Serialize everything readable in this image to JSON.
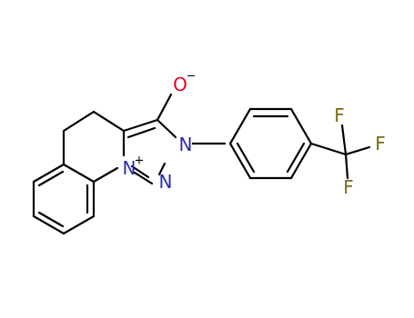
{
  "molecule": {
    "atoms": {
      "o1": {
        "symbol": "O",
        "charge": "−"
      },
      "n1": {
        "symbol": "N",
        "charge": "+"
      },
      "n2": {
        "symbol": "N"
      },
      "n3": {
        "symbol": "N"
      },
      "f1": {
        "symbol": "F"
      },
      "f2": {
        "symbol": "F"
      },
      "f3": {
        "symbol": "F"
      }
    }
  },
  "colors": {
    "bond": "#000000",
    "oxygen": "#e8001c",
    "nitrogen": "#2b2bb8",
    "fluorine": "#7a6a12"
  }
}
